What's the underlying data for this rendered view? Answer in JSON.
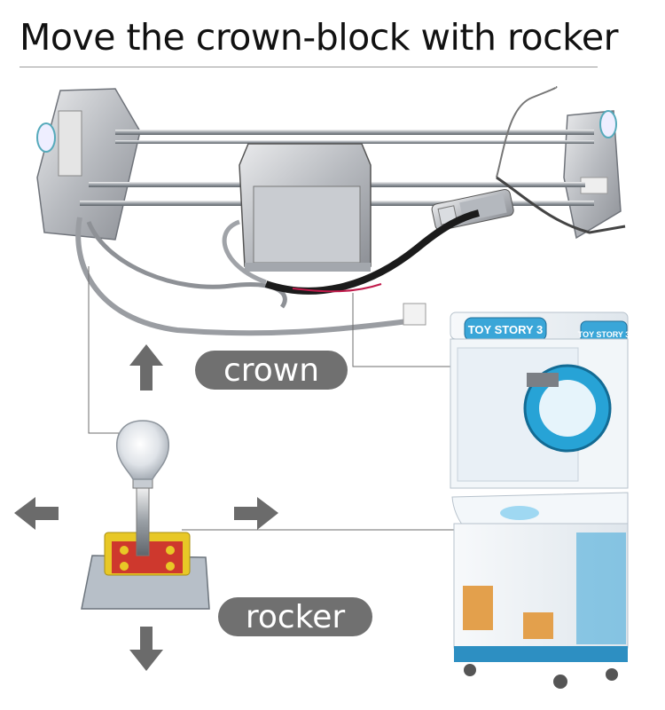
{
  "title": "Move the crown-block with rocker",
  "labels": {
    "crown": "crown",
    "rocker": "rocker"
  },
  "machine_signs": {
    "top_left": "TOY STORY 3",
    "top_right": "TOY STORY 3"
  },
  "icons": [
    "arrow-up-icon",
    "arrow-down-icon",
    "arrow-left-icon",
    "arrow-right-icon"
  ],
  "colors": {
    "label_fill": "#707070",
    "arrow": "#6b6b6b",
    "machine_accent": "#3aa6d8"
  }
}
